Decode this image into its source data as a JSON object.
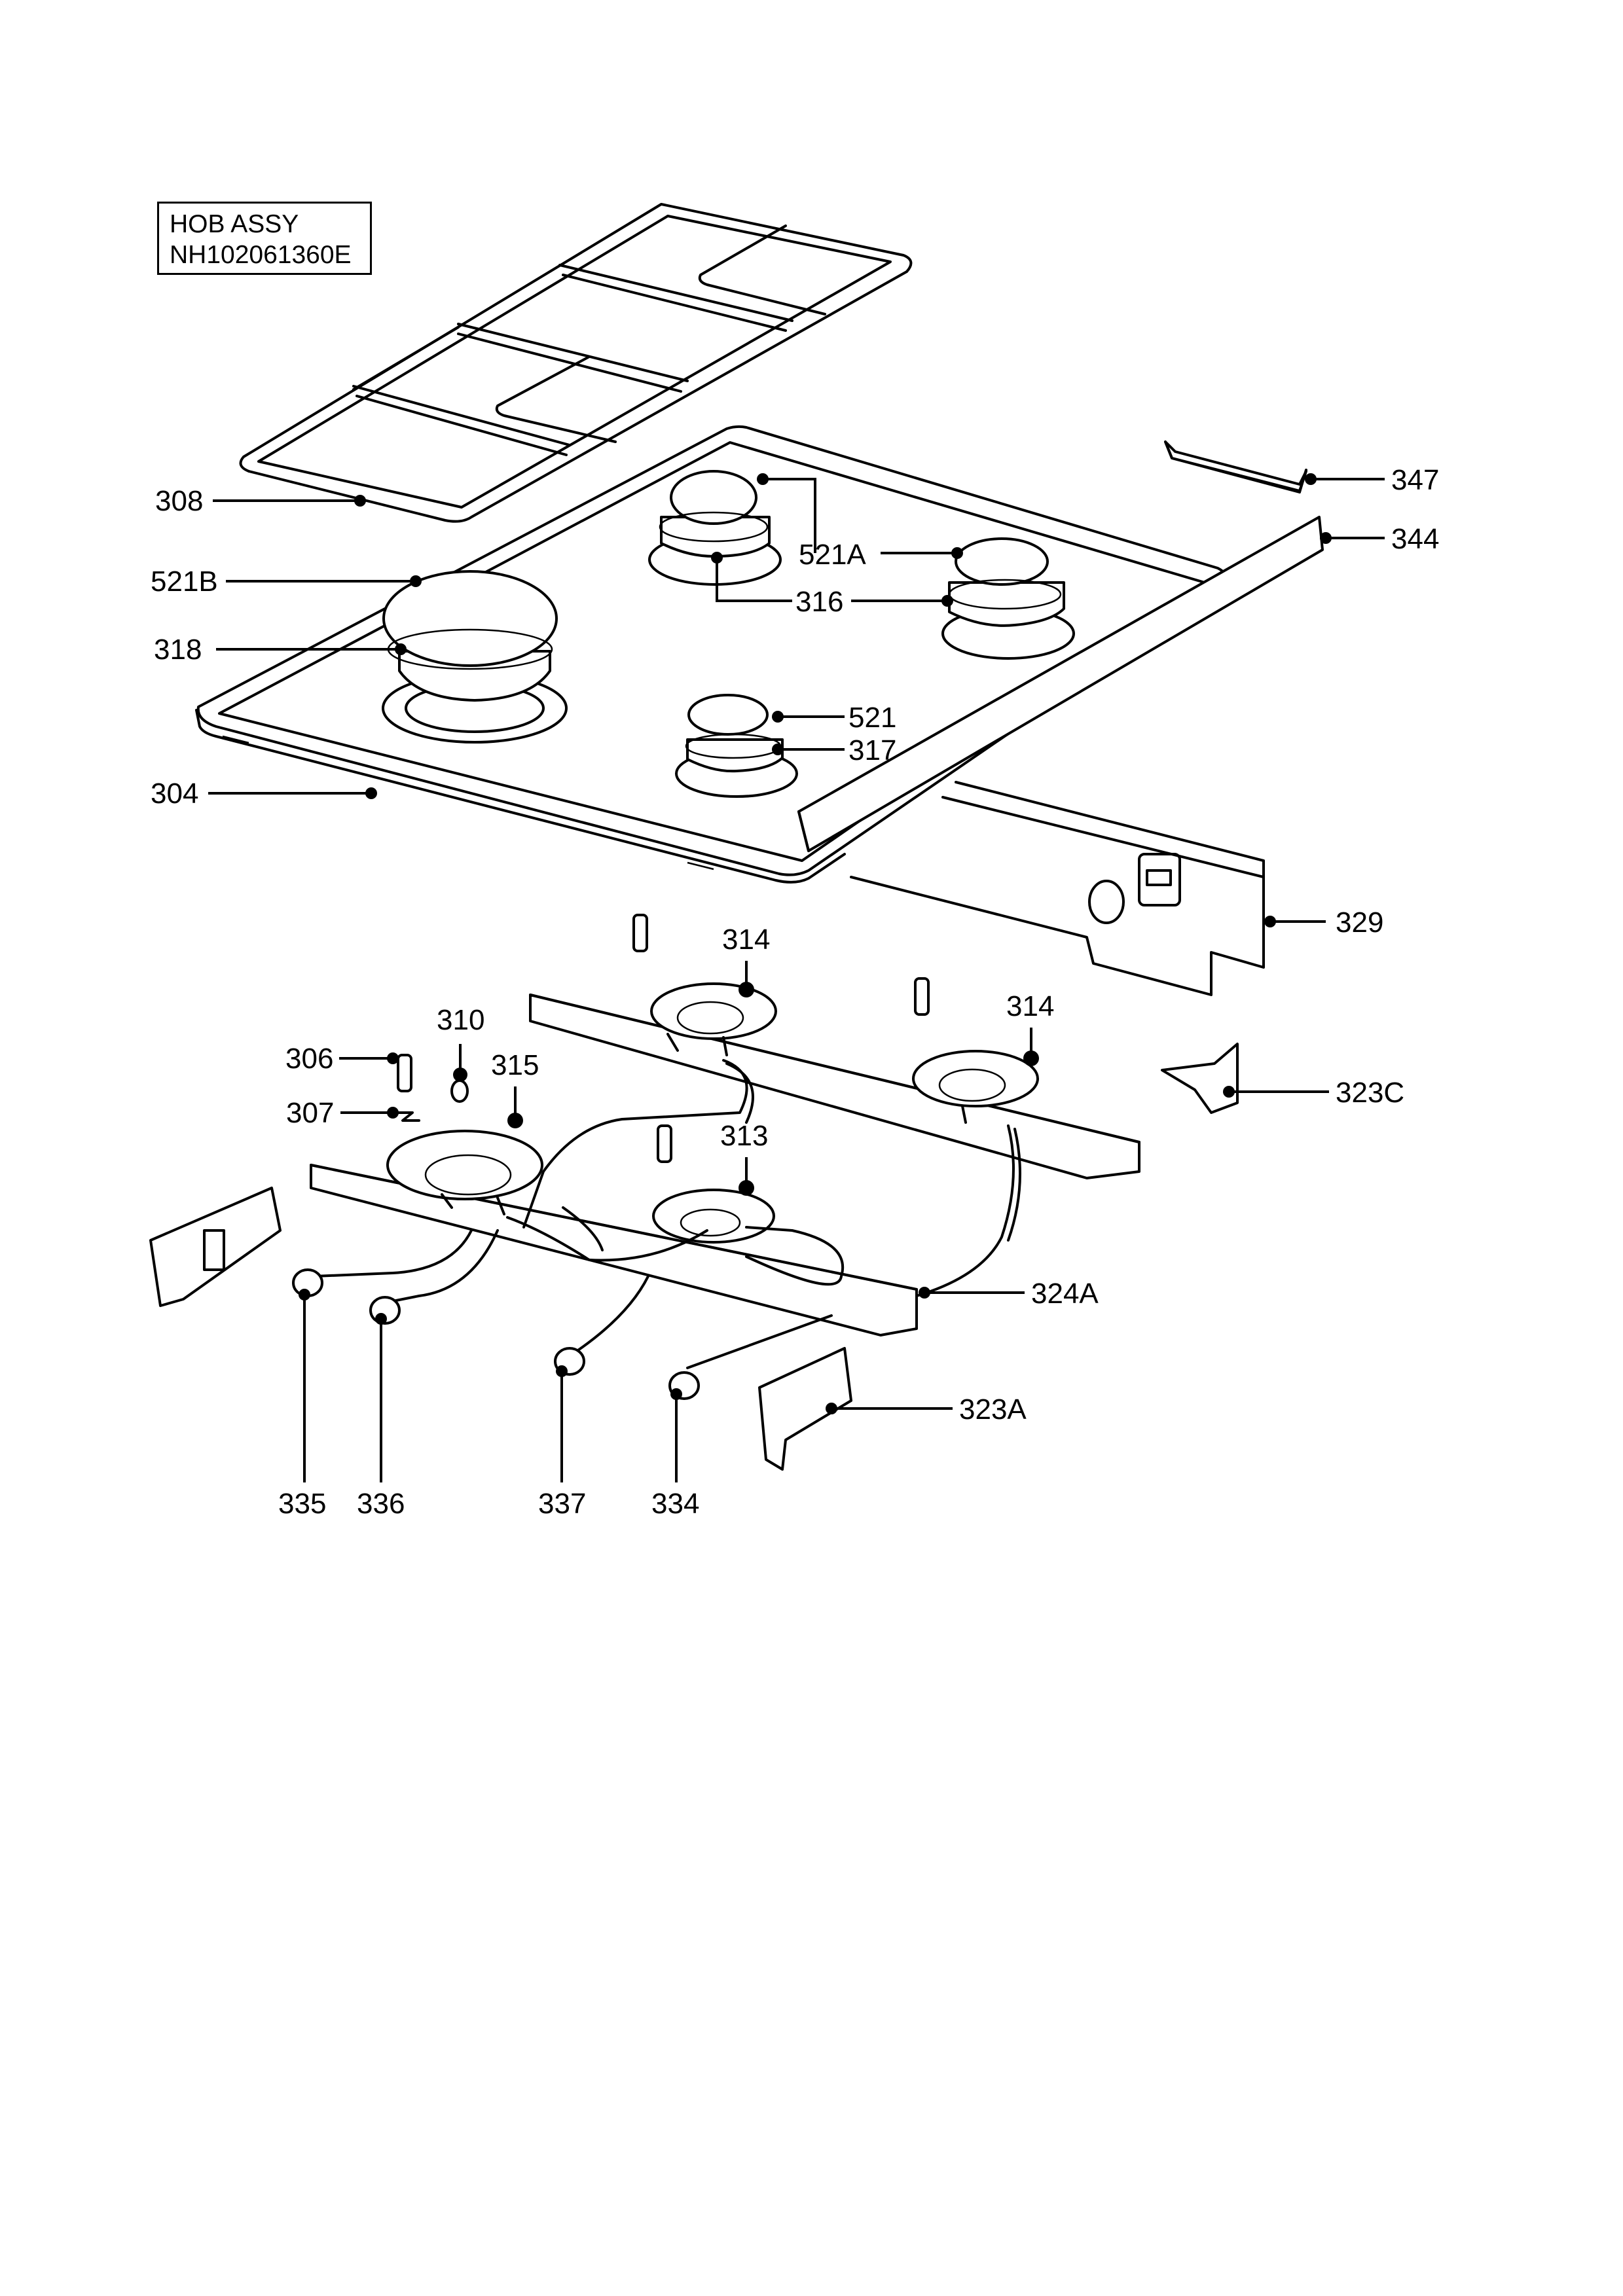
{
  "title_box": {
    "line1": "HOB ASSY",
    "line2": "NH102061360E"
  },
  "callouts": {
    "c308": "308",
    "c521B": "521B",
    "c318": "318",
    "c304": "304",
    "c521A": "521A",
    "c316": "316",
    "c521": "521",
    "c317": "317",
    "c347": "347",
    "c344": "344",
    "c329": "329",
    "c314a": "314",
    "c314b": "314",
    "c310": "310",
    "c306": "306",
    "c315": "315",
    "c307": "307",
    "c313": "313",
    "c323C": "323C",
    "c324A": "324A",
    "c323A": "323A",
    "c335": "335",
    "c336": "336",
    "c337": "337",
    "c334": "334"
  }
}
